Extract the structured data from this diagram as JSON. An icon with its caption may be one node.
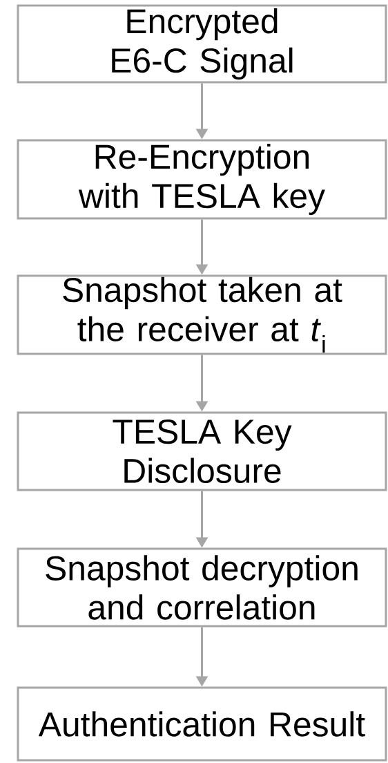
{
  "diagram": {
    "nodes": [
      {
        "text": [
          "Encrypted E6-C Signal"
        ]
      },
      {
        "text": [
          "Re-Encryption with TESLA key"
        ]
      },
      {
        "text": [
          "Snapshot taken at the receiver at *t*$_{i}$"
        ]
      },
      {
        "text": [
          "TESLA Key Disclosure"
        ]
      },
      {
        "text": [
          "Snapshot decryption and correlation"
        ]
      },
      {
        "text": [
          "Authentication Result"
        ]
      }
    ],
    "edges": [
      {
        "from": 0,
        "to": 1,
        "arrow": "to"
      },
      {
        "from": 1,
        "to": 2,
        "arrow": "to"
      },
      {
        "from": 2,
        "to": 3,
        "arrow": "to"
      },
      {
        "from": 3,
        "to": 4,
        "arrow": "to"
      },
      {
        "from": 4,
        "to": 5,
        "arrow": "to"
      }
    ]
  }
}
